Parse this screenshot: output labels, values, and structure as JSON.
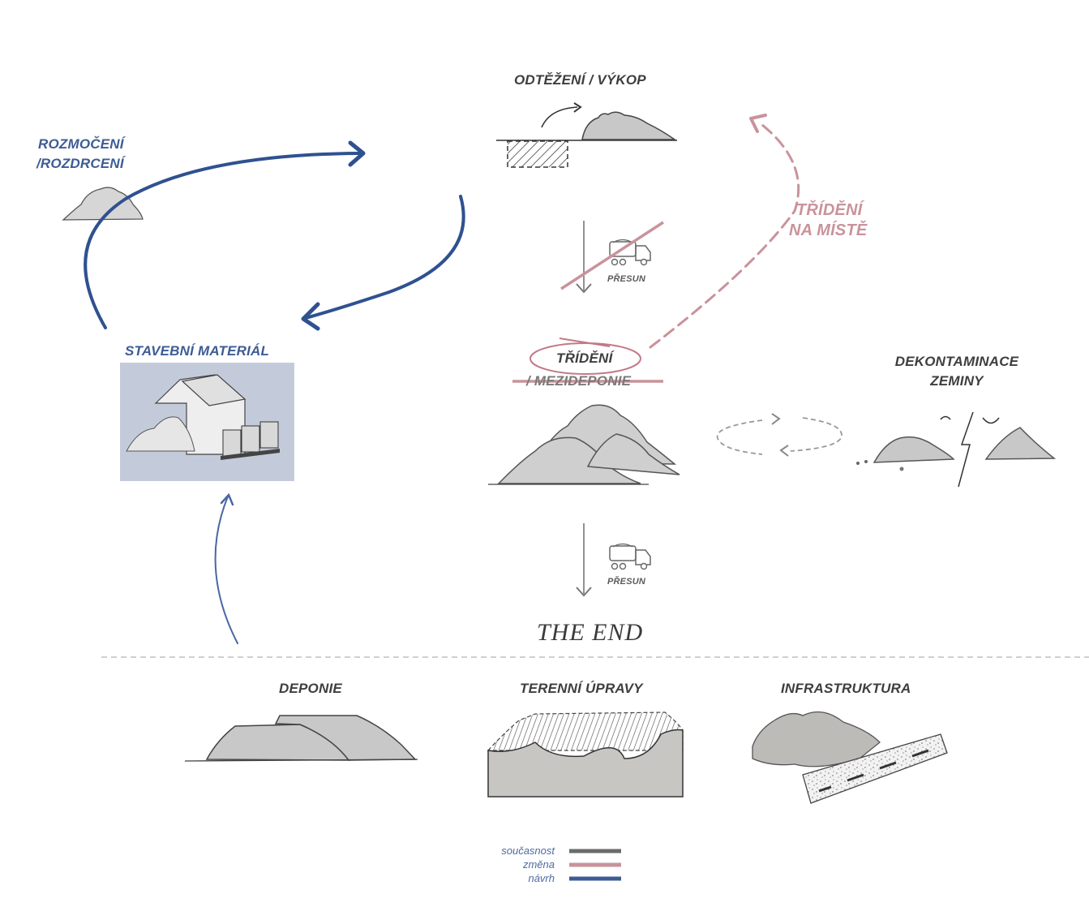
{
  "labels": {
    "excavation": "ODTĚŽENÍ / VÝKOP",
    "soaking_line1": "ROZMOČENÍ",
    "soaking_line2": "/ROZDRCENÍ",
    "building_material": "STAVEBNÍ MATERIÁL",
    "transfer_1": "PŘESUN",
    "transfer_2": "PŘESUN",
    "sorting_onsite_line1": "TŘÍDĚNÍ",
    "sorting_onsite_line2": "NA MÍSTĚ",
    "sorting": "TŘÍDĚNÍ",
    "interim_storage": "/ MEZIDEPONIE",
    "decontamination_line1": "DEKONTAMINACE",
    "decontamination_line2": "ZEMINY",
    "the_end": "THE END",
    "landfill": "DEPONIE",
    "terrain": "TERENNÍ ÚPRAVY",
    "infrastructure": "INFRASTRUKTURA"
  },
  "icons": {
    "truck": "truck-icon",
    "excavation": "excavation-pit-icon",
    "warehouse": "warehouse-icon",
    "soil_pile": "soil-pile-icon",
    "sad_face": "sad-face-icon",
    "happy_face": "happy-face-icon"
  },
  "legend": [
    {
      "label": "současnost",
      "color": "#6b6b6b"
    },
    {
      "label": "změna",
      "color": "#c9939b"
    },
    {
      "label": "návrh",
      "color": "#3d5c95"
    }
  ],
  "colors": {
    "current": "#6b6b6b",
    "change": "#c9939b",
    "proposal": "#3d5c95",
    "material_box": "#c3cbdb",
    "soil": "#c8c8c8"
  }
}
